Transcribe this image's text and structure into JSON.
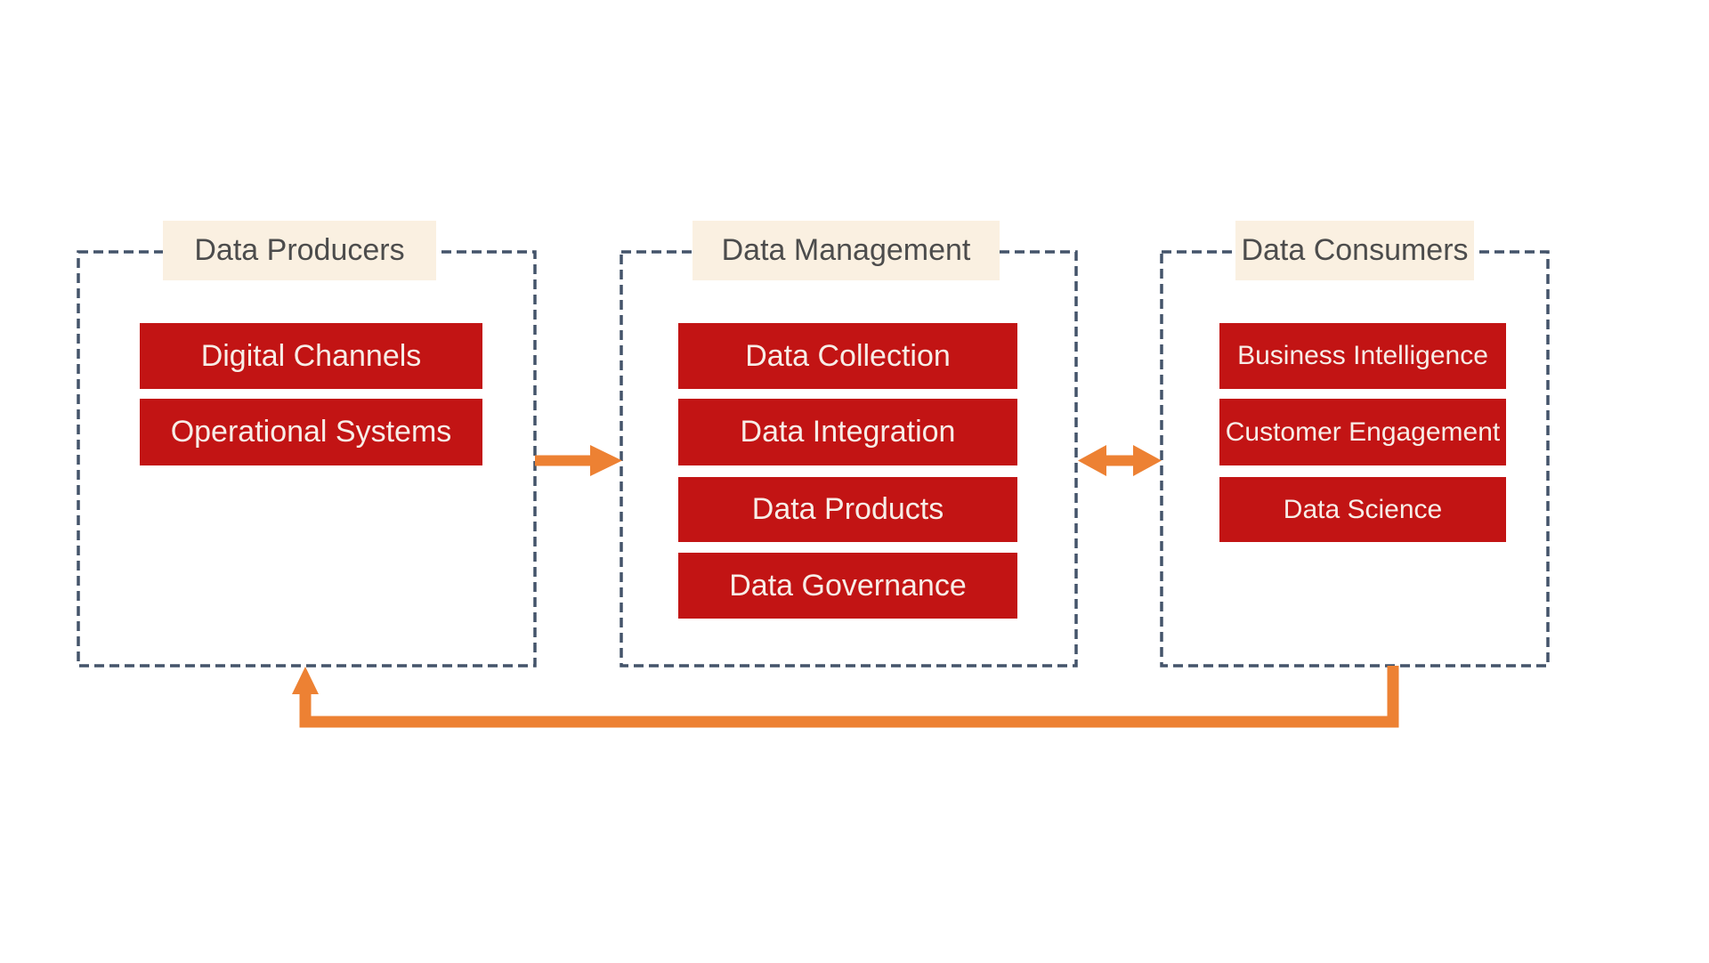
{
  "diagram": {
    "groups": [
      {
        "label": "Data Producers",
        "items": [
          "Digital Channels",
          "Operational Systems"
        ]
      },
      {
        "label": "Data Management",
        "items": [
          "Data Collection",
          "Data Integration",
          "Data Products",
          "Data Governance"
        ]
      },
      {
        "label": "Data Consumers",
        "items": [
          "Business Intelligence",
          "Customer Engagement",
          "Data Science"
        ]
      }
    ],
    "arrows": [
      {
        "from": "Data Producers",
        "to": "Data Management",
        "type": "single-right"
      },
      {
        "from": "Data Management",
        "to": "Data Consumers",
        "type": "bidirectional"
      },
      {
        "from": "Data Consumers",
        "to": "Data Producers",
        "type": "feedback-loop"
      }
    ]
  },
  "colors": {
    "canvas-bg": "#ffffff",
    "group-border": "#44546A",
    "label-bg": "#FAF0E1",
    "label-text": "#4C4C4C",
    "item-bg": "#C21414",
    "item-text": "#F7EDE7",
    "arrow": "#ED8133"
  }
}
